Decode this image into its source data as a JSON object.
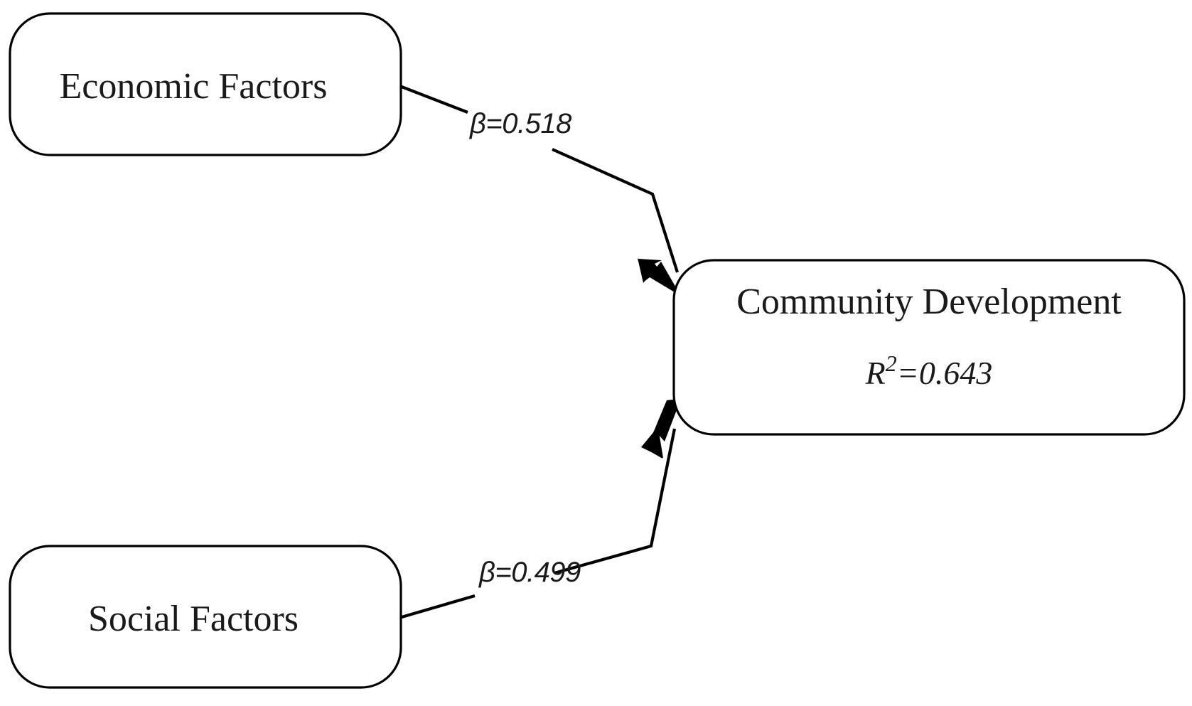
{
  "diagram": {
    "type": "path-diagram",
    "title": "",
    "background_color": "#ffffff",
    "stroke_color": "#000000",
    "text_color": "#1a1a1a",
    "nodes": [
      {
        "id": "economic-factors",
        "label": "Economic Factors",
        "role": "exogenous-predictor"
      },
      {
        "id": "social-factors",
        "label": "Social Factors",
        "role": "exogenous-predictor"
      },
      {
        "id": "community-development",
        "label": "Community Development",
        "stat_symbol": "R",
        "stat_exponent": "2",
        "stat_equals": "=0.643",
        "stat_full": "R2=0.643",
        "r_squared": 0.643,
        "role": "endogenous-outcome"
      }
    ],
    "edges": [
      {
        "id": "economic-to-community",
        "from": "economic-factors",
        "to": "community-development",
        "label": "β=0.518",
        "beta": 0.518
      },
      {
        "id": "social-to-community",
        "from": "social-factors",
        "to": "community-development",
        "label": "β=0.499",
        "beta": 0.499
      }
    ]
  },
  "chart_data": {
    "type": "diagram",
    "title": "",
    "nodes": [
      "Economic Factors",
      "Social Factors",
      "Community Development"
    ],
    "paths": [
      {
        "source": "Economic Factors",
        "target": "Community Development",
        "coefficient": 0.518,
        "label": "β=0.518"
      },
      {
        "source": "Social Factors",
        "target": "Community Development",
        "coefficient": 0.499,
        "label": "β=0.499"
      }
    ],
    "variance_explained": {
      "Community Development": 0.643,
      "label": "R2=0.643"
    }
  }
}
